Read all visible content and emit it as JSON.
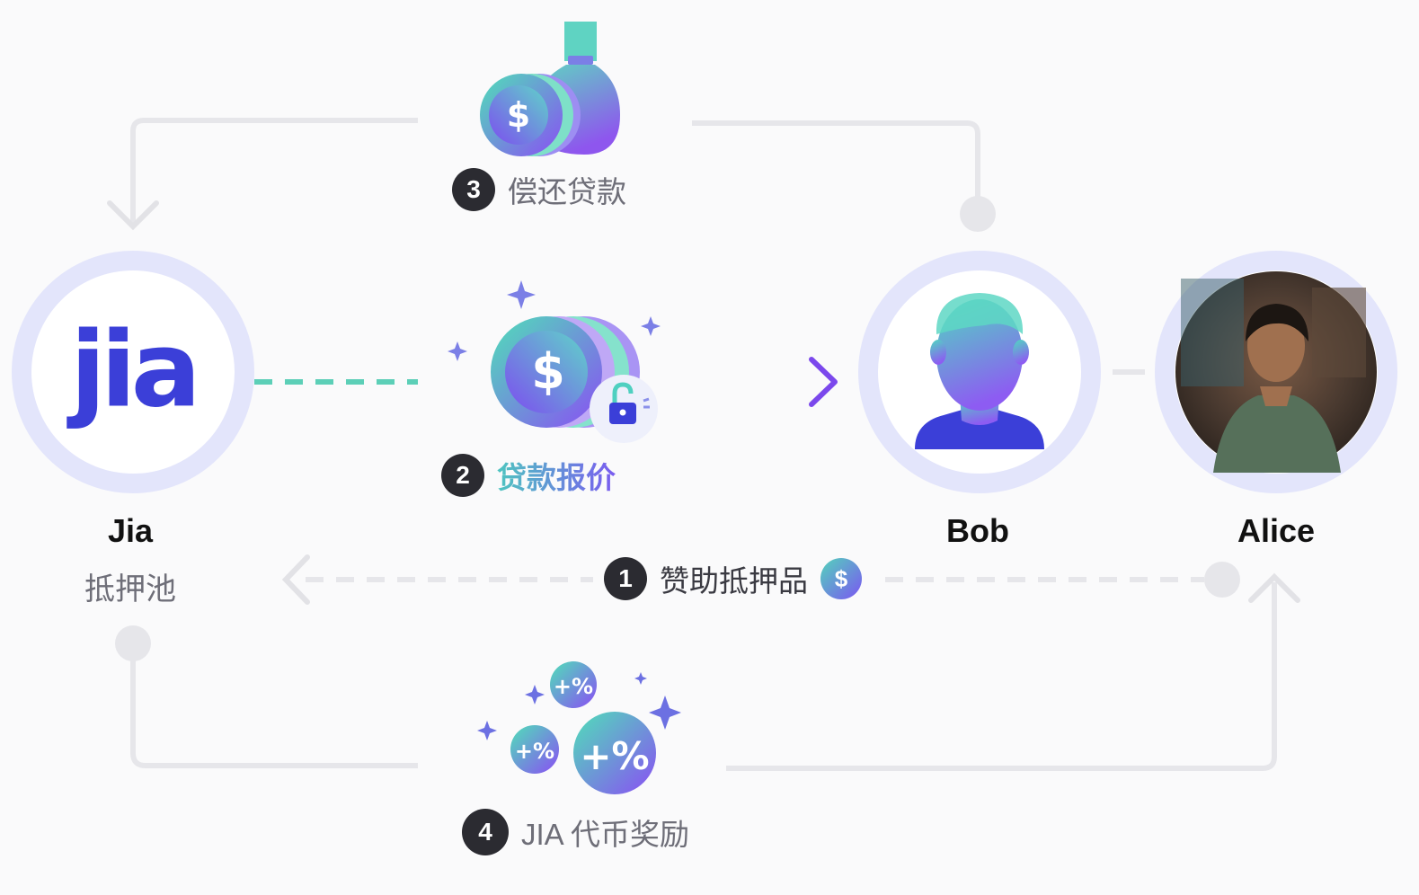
{
  "nodes": {
    "jia": {
      "logo_text": "jia",
      "name": "Jia",
      "subtitle": "抵押池"
    },
    "bob": {
      "name": "Bob"
    },
    "alice": {
      "name": "Alice"
    }
  },
  "steps": [
    {
      "number": "1",
      "label": "赞助抵押品"
    },
    {
      "number": "2",
      "label": "贷款报价"
    },
    {
      "number": "3",
      "label": "偿还贷款"
    },
    {
      "number": "4",
      "label": "JIA 代币奖励"
    }
  ],
  "icons": {
    "coin_symbol": "$",
    "percent_symbol": "+%"
  },
  "colors": {
    "ring": "#e3e5fb",
    "connector": "#e6e6ea",
    "teal": "#5ccfb7",
    "purple": "#8a55ee",
    "logo": "#3b3fd8"
  }
}
